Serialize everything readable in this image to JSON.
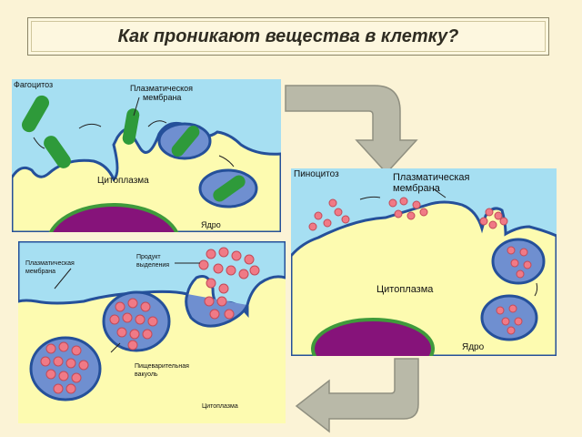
{
  "title": "Как проникают вещества в клетку?",
  "panel_phago": {
    "label": "Фагоцитоз",
    "membrane": "Плазматическоя мембрана",
    "membrane_lines": [
      "Плазматическоя",
      "мембрана"
    ],
    "cytoplasm": "Цитоплазма",
    "nucleus": "Ядро"
  },
  "panel_pino": {
    "label": "Пиноцитоз",
    "membrane_lines": [
      "Плазматическая",
      "мембрана"
    ],
    "cytoplasm": "Цитоплазма",
    "nucleus": "Ядро"
  },
  "panel_exo": {
    "membrane_lines": [
      "Плазматическая",
      "мембрана"
    ],
    "products_lines": [
      "Продукт",
      "выделения"
    ],
    "vacuole_lines": [
      "Пищеварительная",
      "вакуоль"
    ],
    "cytoplasm": "Цитоплазма"
  },
  "colors": {
    "extracellular": "#a6dff2",
    "cytoplasm": "#fdfbb0",
    "membrane": "#25509a",
    "vesicle": "#6f8fd0",
    "nucleus": "#86137a",
    "nucleus_rim": "#3f9a3b",
    "bacteria": "#2e9a3a",
    "droplet": "#f07a86",
    "arrow": "#b7b7a6"
  }
}
